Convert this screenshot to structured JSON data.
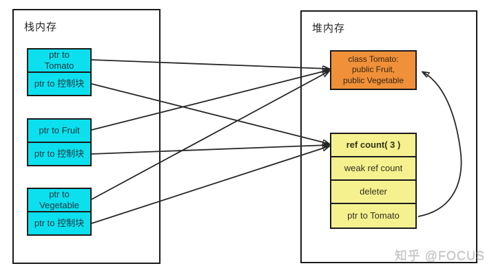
{
  "stack": {
    "title": "栈内存",
    "boxes": [
      {
        "ptr_cell": "ptr to\nTomato",
        "ctrl_cell": "ptr to 控制块"
      },
      {
        "ptr_cell": "ptr to Fruit",
        "ctrl_cell": "ptr to 控制块"
      },
      {
        "ptr_cell": "ptr to\nVegetable",
        "ctrl_cell": "ptr to 控制块"
      }
    ]
  },
  "heap": {
    "title": "堆内存",
    "class_box": "class Tomato:\npublic Fruit,\npublic Vegetable",
    "control_block": {
      "ref_count": "ref count( 3 )",
      "weak_ref": "weak ref count",
      "deleter": "deleter",
      "ptr_to_tomato": "ptr to Tomato"
    }
  },
  "watermark": {
    "text": "知乎 @FOCUS"
  },
  "colors": {
    "cyan_fill": "#0ce0ee",
    "orange_fill": "#f0913a",
    "yellow_fill": "#f5f18f",
    "border": "#1a1a1a",
    "arrow": "#262626",
    "watermark_gray": "#c3c3c3"
  }
}
